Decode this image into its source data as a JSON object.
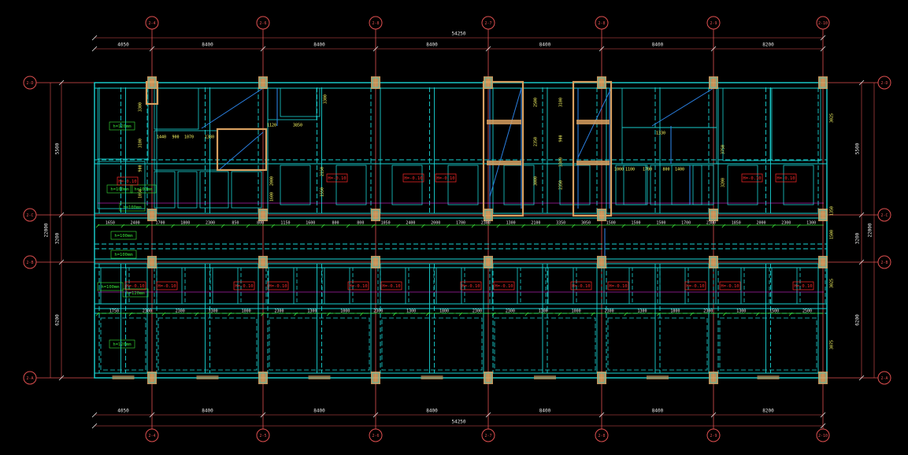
{
  "colors": {
    "background": "#000000",
    "axis": "#e05050",
    "dim": "#e8e8e8",
    "beam": "#19d3d3",
    "wall": "#2a7fe0",
    "column": "#d8a060",
    "green": "#39e639",
    "red_label": "#ff2a2a",
    "yellow_dim": "#ffff66",
    "magenta": "#ff33ff"
  },
  "grid_axes_top": [
    "2-4",
    "2-6",
    "2-8",
    "2-7",
    "2-8",
    "2-9",
    "2-10"
  ],
  "grid_axes_bottom": [
    "2-4",
    "2-5",
    "2-6",
    "2-7",
    "2-8",
    "2-9",
    "2-10"
  ],
  "grid_axes_left": [
    "2-D",
    "2-C",
    "2-B",
    "2-A"
  ],
  "grid_axes_right": [
    "2-D",
    "2-C",
    "2-B",
    "2-A"
  ],
  "dims_top": [
    "4050",
    "8400",
    "8400",
    "8400",
    "8400",
    "8400",
    "8200"
  ],
  "dims_bottom": [
    "4050",
    "8400",
    "8400",
    "8400",
    "8400",
    "8400",
    "8200"
  ],
  "total_top": "54250",
  "total_bottom": "54250",
  "dims_left": [
    "5500",
    "3200",
    "6200"
  ],
  "dims_right": [
    "5500",
    "3200",
    "6200"
  ],
  "total_left": "22000",
  "total_right": "22000",
  "slab_labels_green": [
    "h=120mm",
    "h=100mm",
    "h=100mm",
    "h=100mm",
    "h=100mm",
    "h=100mm",
    "h=100mm",
    "h=120mm"
  ],
  "slab_labels_red": [
    "H=-0.10",
    "H=-0.10",
    "H=-0.10",
    "H=-0.10",
    "H=-0.10",
    "H=-0.10",
    "H=-0.10",
    "H=-0.10",
    "H=-0.10",
    "H=-0.10",
    "H=-0.10",
    "H=-0.10",
    "H=-0.10",
    "H=-0.10",
    "H=-0.10",
    "H=-0.10",
    "H=-0.10",
    "H=-0.10",
    "H=-0.10",
    "H=-0.10",
    "H=-0.10",
    "H=-0.10",
    "H=-0.10"
  ],
  "row_dims_c": [
    "1650",
    "2400",
    "1700",
    "1800",
    "2300",
    "850",
    "800",
    "1150",
    "1600",
    "800",
    "800",
    "1050",
    "2400",
    "2000",
    "1700",
    "2300",
    "1300",
    "2100",
    "3350",
    "3050",
    "1500",
    "1500",
    "1500",
    "1700",
    "2300",
    "1850",
    "2000",
    "2300",
    "1300"
  ],
  "row_dims_b": [
    "1750",
    "2300",
    "2300",
    "1300",
    "1000",
    "2300",
    "1300",
    "1000",
    "2300",
    "1300",
    "1800",
    "2300",
    "2300",
    "1300",
    "1000",
    "2300",
    "1300",
    "1800",
    "2300",
    "1300",
    "1500",
    "2500"
  ],
  "upper_dims": [
    "1440",
    "900",
    "1070",
    "1380",
    "1120",
    "3850",
    "1330",
    "1000",
    "1100",
    "1700",
    "800",
    "1400"
  ],
  "vertical_dims": [
    "3300",
    "3100",
    "900",
    "3300",
    "2150",
    "1550",
    "2500",
    "2350",
    "3000",
    "3100",
    "900",
    "3300",
    "2350",
    "3750",
    "3200",
    "3025",
    "3025",
    "1500",
    "3075",
    "1350",
    "1050",
    "2000",
    "1600"
  ]
}
